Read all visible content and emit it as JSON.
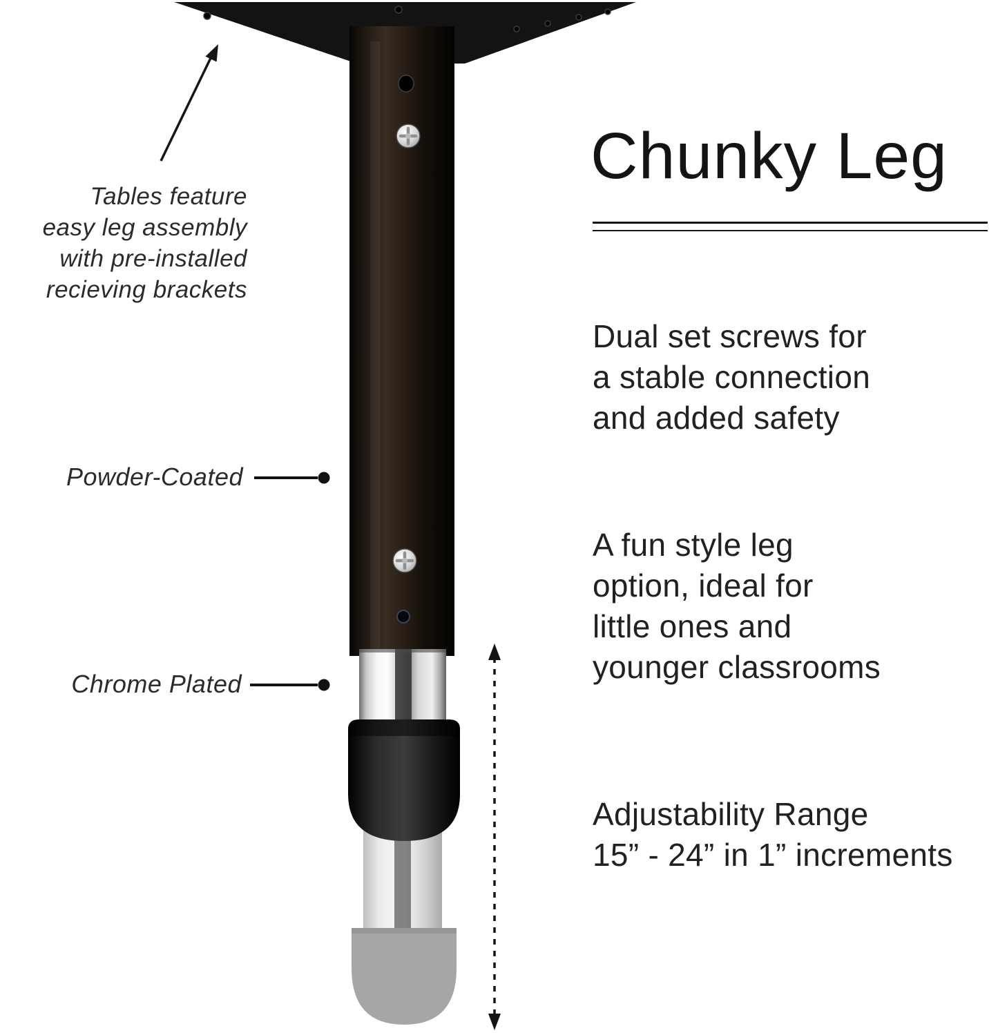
{
  "left_annotations": {
    "assembly_note": "Tables feature\neasy leg assembly\nwith pre-installed\nrecieving brackets",
    "powder_coated": "Powder-Coated",
    "chrome_plated": "Chrome Plated"
  },
  "right_panel": {
    "title": "Chunky Leg",
    "features": [
      {
        "text": "Dual set screws for\na stable connection\nand added safety"
      },
      {
        "text": "A fun style leg\noption, ideal for\nlittle ones and\nyounger classrooms"
      },
      {
        "text": "Adjustability Range\n15” - 24” in 1” increments"
      }
    ]
  },
  "illustration": {
    "colors": {
      "plate": "#131313",
      "arrow": "#161616",
      "pointer": "#111111",
      "ghost_foot": "#9a9a9a"
    }
  }
}
